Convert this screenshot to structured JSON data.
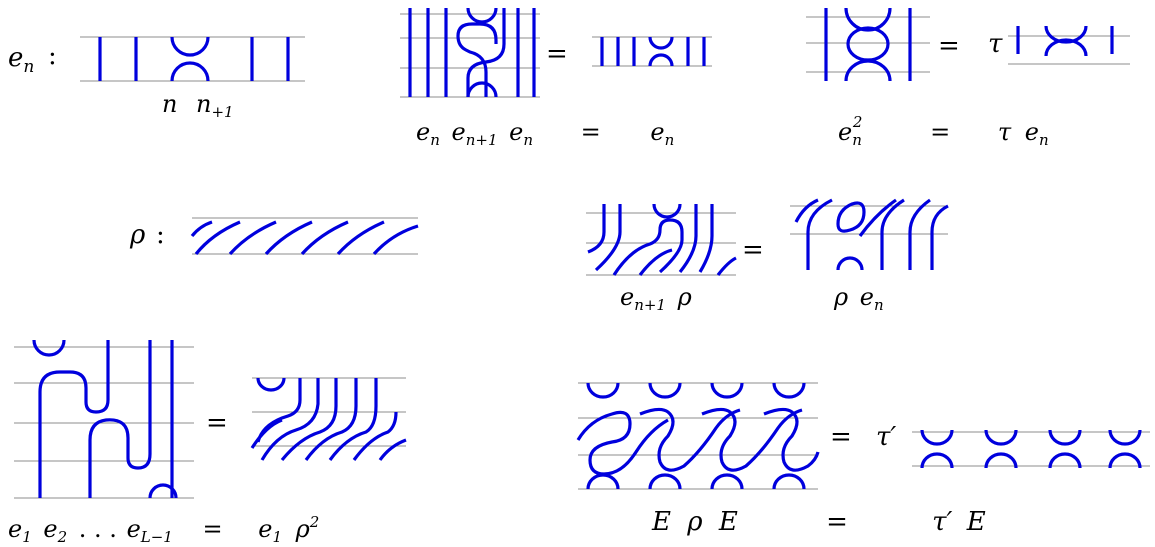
{
  "row1": {
    "en_label": "e",
    "en_sub": "n",
    "colon": ":",
    "n_label": "n",
    "n1_label": "n",
    "n1_sub": "+1",
    "eq_sign": "=",
    "tau": "τ",
    "cap_a": [
      "e",
      "n",
      "e",
      "n+1",
      "e",
      "n",
      "=",
      "e",
      "n"
    ],
    "cap_b": [
      "e",
      "n",
      "2",
      "=",
      "τ",
      "e",
      "n"
    ]
  },
  "row2": {
    "rho": "ρ",
    "colon": ":",
    "eq_sign": "=",
    "cap_left": [
      "e",
      "n+1",
      "ρ"
    ],
    "cap_right": [
      "ρ",
      "e",
      "n"
    ]
  },
  "row3": {
    "eq_sign": "=",
    "tau_prime": "τ′",
    "cap_left": [
      "e",
      "1",
      "e",
      "2",
      ". . .",
      "e",
      "L−1",
      "=",
      "e",
      "1",
      "ρ",
      "2"
    ],
    "cap_right": [
      "E",
      "ρ",
      "E",
      "=",
      "τ′",
      "E"
    ]
  },
  "colors": {
    "strand": "#0000dd",
    "grid": "#8c8c8c"
  }
}
